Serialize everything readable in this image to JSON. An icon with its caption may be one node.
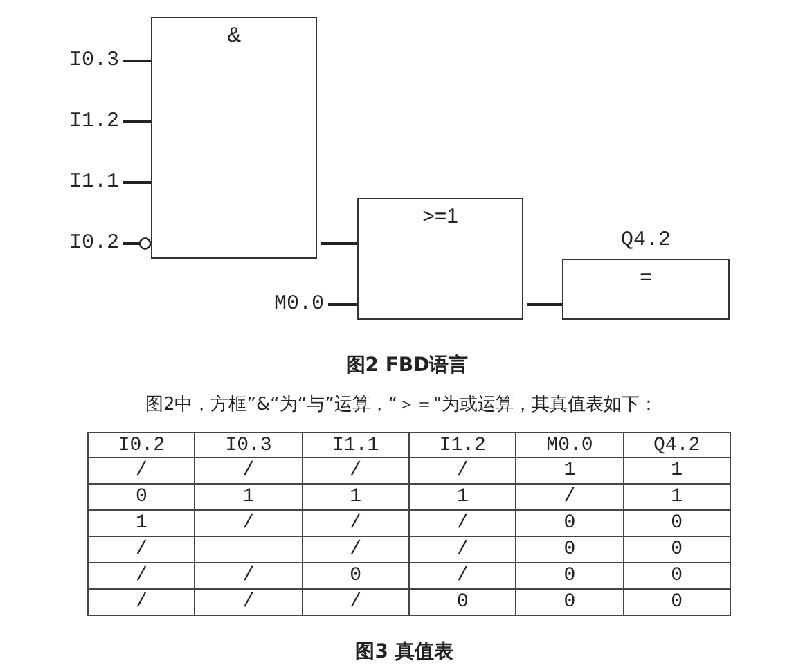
{
  "diagram": {
    "nodes": [
      {
        "text": [
          "I0.3"
        ]
      },
      {
        "text": [
          "I1.2"
        ]
      },
      {
        "text": [
          "I1.1"
        ]
      },
      {
        "text": [
          "I0.2"
        ]
      },
      {
        "text": [
          "&"
        ]
      },
      {
        "text": [
          "M0.0"
        ]
      },
      {
        "text": [
          ">=1"
        ]
      },
      {
        "text": [
          "Q4.2",
          "="
        ]
      }
    ],
    "edges": [
      {
        "from": 0,
        "to": 4,
        "arrow": "none"
      },
      {
        "from": 1,
        "to": 4,
        "arrow": "none"
      },
      {
        "from": 2,
        "to": 4,
        "arrow": "none"
      },
      {
        "from": 3,
        "to": 4,
        "arrow": "other"
      },
      {
        "from": 4,
        "to": 6,
        "arrow": "none"
      },
      {
        "from": 5,
        "to": 6,
        "arrow": "none"
      },
      {
        "from": 6,
        "to": 7,
        "arrow": "none"
      }
    ],
    "labels": [
      "图2 FBD语言",
      "图2中，方框”&“为“与”运算，“＞＝\"为或运算，其真值表如下：",
      "I0.2",
      "I0.3",
      "I1.1",
      "I1.2",
      "M0.0",
      "Q4.2",
      "/",
      "/",
      "/",
      "/",
      "1",
      "1",
      "0",
      "1",
      "1",
      "1",
      "/",
      "1",
      "1",
      "/",
      "/",
      "/",
      "0",
      "0",
      "/",
      "/",
      "/",
      "0",
      "0",
      "/",
      "/",
      "0",
      "/",
      "0",
      "0",
      "/",
      "/",
      "/",
      "0",
      "0",
      "0",
      "图3 真值表"
    ]
  }
}
